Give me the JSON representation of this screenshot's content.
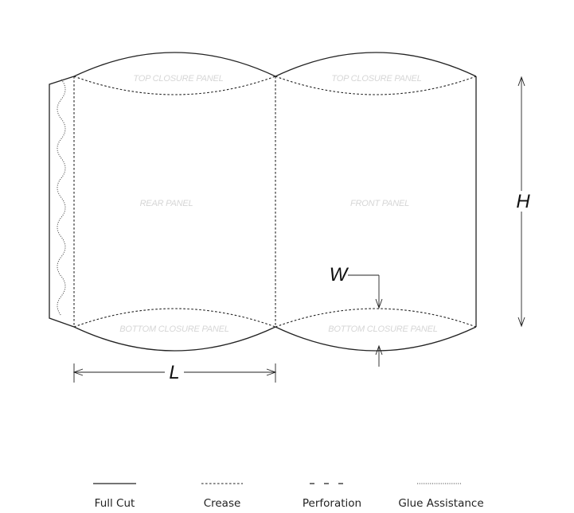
{
  "panels": {
    "top_closure_left": "TOP CLOSURE PANEL",
    "top_closure_right": "TOP CLOSURE PANEL",
    "rear": "REAR PANEL",
    "front": "FRONT PANEL",
    "bottom_closure_left": "BOTTOM CLOSURE PANEL",
    "bottom_closure_right": "BOTTOM CLOSURE PANEL"
  },
  "dimensions": {
    "height": "H",
    "width": "W",
    "length": "L"
  },
  "legend": {
    "full_cut": "Full Cut",
    "crease": "Crease",
    "perforation": "Perforation",
    "glue_assistance": "Glue Assistance"
  },
  "colors": {
    "line": "#222222",
    "panel_label": "#d6d6d6"
  }
}
